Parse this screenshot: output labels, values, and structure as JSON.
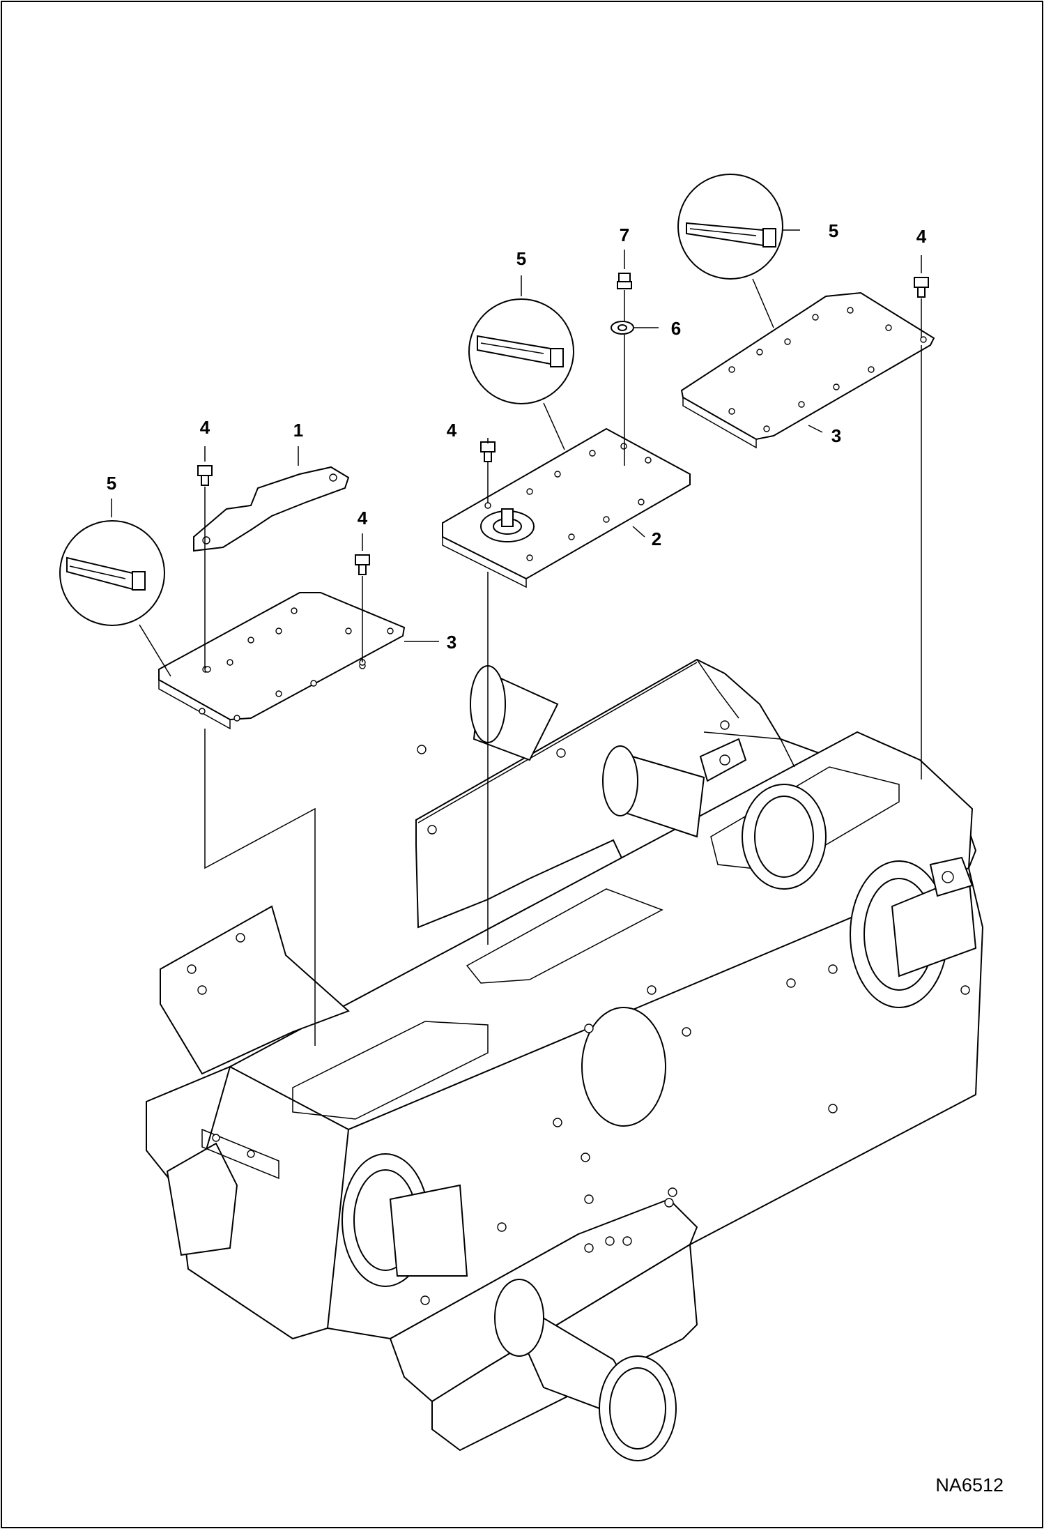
{
  "figure": {
    "code": "NA6512"
  },
  "callouts": [
    {
      "id": "c1",
      "label": "1"
    },
    {
      "id": "c2",
      "label": "2"
    },
    {
      "id": "c3a",
      "label": "3"
    },
    {
      "id": "c3b",
      "label": "3"
    },
    {
      "id": "c4a",
      "label": "4"
    },
    {
      "id": "c4b",
      "label": "4"
    },
    {
      "id": "c4c",
      "label": "4"
    },
    {
      "id": "c4d",
      "label": "4"
    },
    {
      "id": "c5a",
      "label": "5"
    },
    {
      "id": "c5b",
      "label": "5"
    },
    {
      "id": "c5c",
      "label": "5"
    },
    {
      "id": "c6",
      "label": "6"
    },
    {
      "id": "c7",
      "label": "7"
    }
  ],
  "icons": {
    "sealant": "sealant-tube-icon",
    "bolt": "bolt-icon"
  },
  "colors": {
    "line": "#000000",
    "background": "#ffffff"
  }
}
